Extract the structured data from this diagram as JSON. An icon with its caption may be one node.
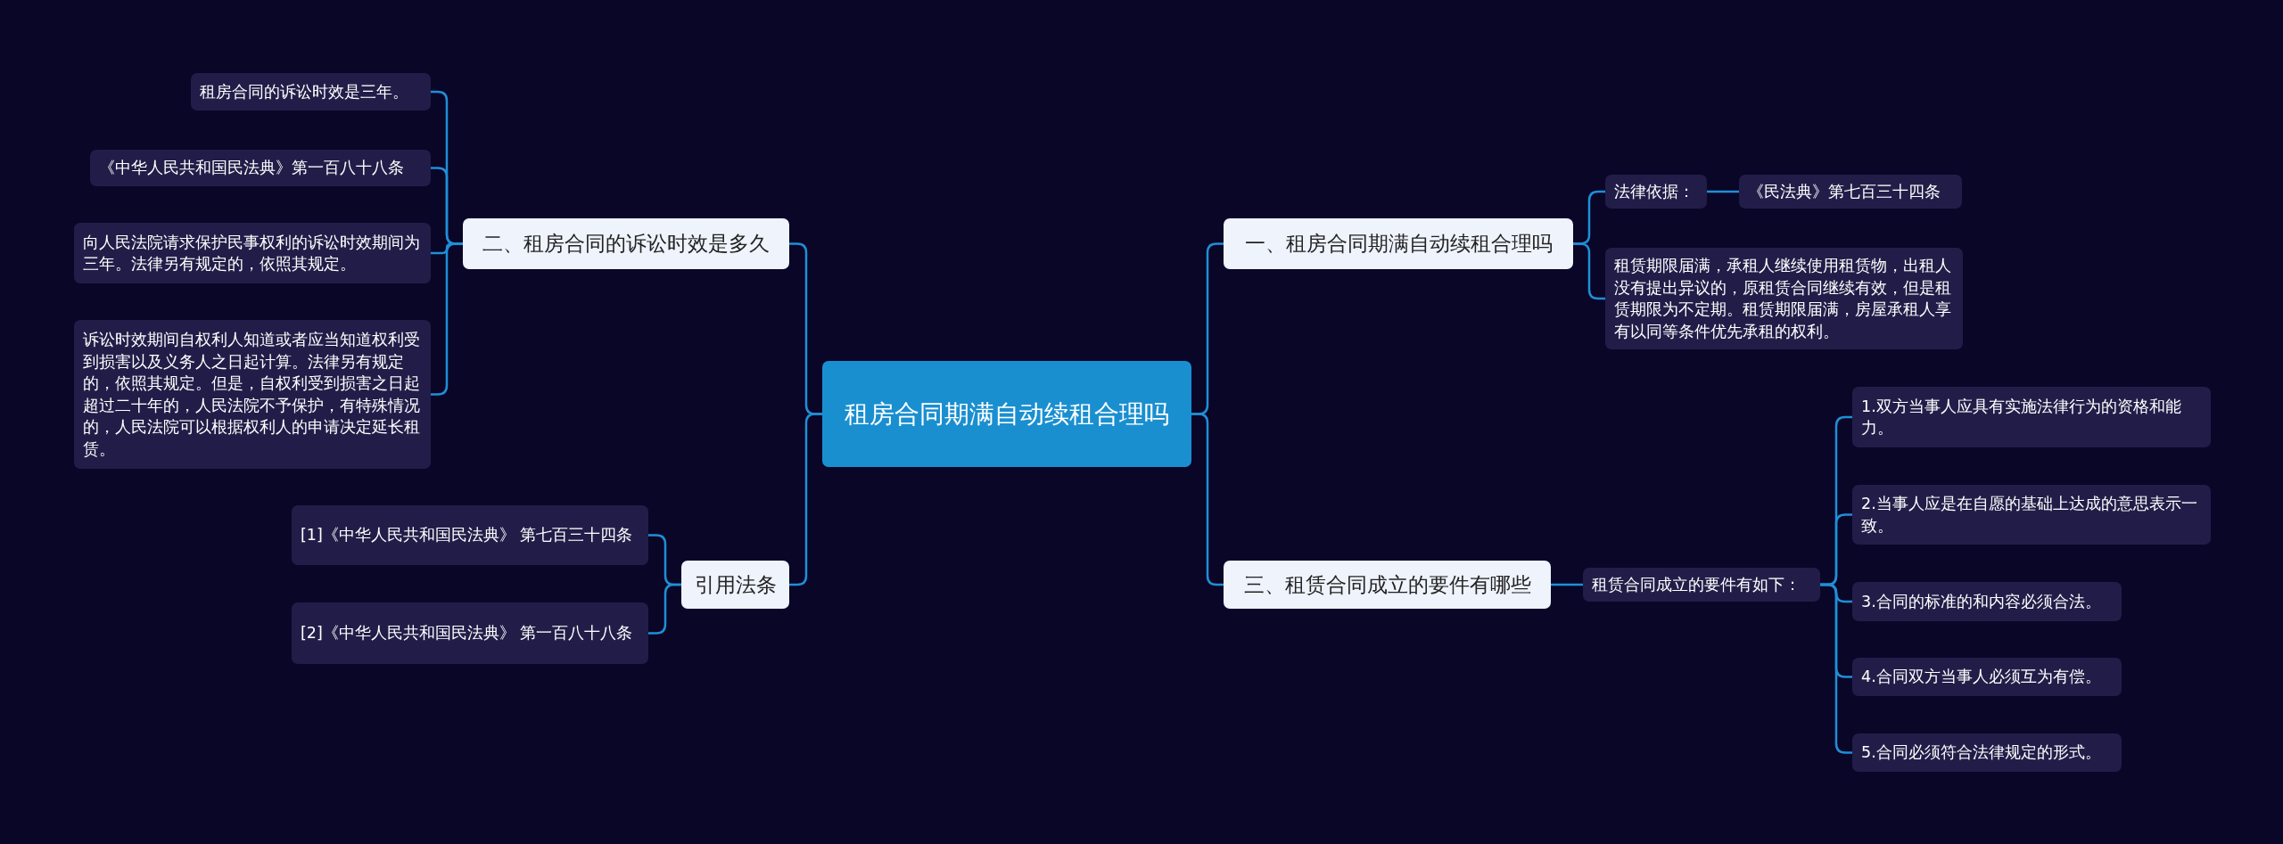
{
  "diagram": {
    "nodes": [
      {
        "text": [
          "租房合同期满自动续租合理吗"
        ]
      },
      {
        "text": [
          "一、租房合同期满自动续租合理吗"
        ]
      },
      {
        "text": [
          "法律依据："
        ]
      },
      {
        "text": [
          "《民法典》第七百三十四条"
        ]
      },
      {
        "text": [
          "租赁期限届满，承租人继续使用租赁物，出租人没有提出异议的，原租赁合同继续有效，但是租赁期限为不定期。租赁期限届满，房屋承租人享有以同等条件优先承租的权利。"
        ]
      },
      {
        "text": [
          "三、租赁合同成立的要件有哪些"
        ]
      },
      {
        "text": [
          "租赁合同成立的要件有如下："
        ]
      },
      {
        "text": [
          "1.双方当事人应具有实施法律行为的资格和能力。"
        ]
      },
      {
        "text": [
          "2.当事人应是在自愿的基础上达成的意思表示一致。"
        ]
      },
      {
        "text": [
          "3.合同的标准的和内容必须合法。"
        ]
      },
      {
        "text": [
          "4.合同双方当事人必须互为有偿。"
        ]
      },
      {
        "text": [
          "5.合同必须符合法律规定的形式。"
        ]
      },
      {
        "text": [
          "二、租房合同的诉讼时效是多久"
        ]
      },
      {
        "text": [
          "租房合同的诉讼时效是三年。"
        ]
      },
      {
        "text": [
          "《中华人民共和国民法典》第一百八十八条"
        ]
      },
      {
        "text": [
          "向人民法院请求保护民事权利的诉讼时效期间为三年。法律另有规定的，依照其规定。"
        ]
      },
      {
        "text": [
          "诉讼时效期间自权利人知道或者应当知道权利受到损害以及义务人之日起计算。法律另有规定的，依照其规定。但是，自权利受到损害之日起超过二十年的，人民法院不予保护，有特殊情况的，人民法院可以根据权利人的申请决定延长租赁。"
        ]
      },
      {
        "text": [
          "引用法条"
        ]
      },
      {
        "text": [
          "[1]《中华人民共和国民法典》 第七百三十四条"
        ]
      },
      {
        "text": [
          "[2]《中华人民共和国民法典》 第一百八十八条"
        ]
      }
    ],
    "edges": [
      {
        "from": 0,
        "to": 1,
        "arrow": "none"
      },
      {
        "from": 0,
        "to": 5,
        "arrow": "none"
      },
      {
        "from": 0,
        "to": 12,
        "arrow": "none"
      },
      {
        "from": 0,
        "to": 17,
        "arrow": "none"
      },
      {
        "from": 1,
        "to": 2,
        "arrow": "none"
      },
      {
        "from": 2,
        "to": 3,
        "arrow": "none"
      },
      {
        "from": 1,
        "to": 4,
        "arrow": "none"
      },
      {
        "from": 5,
        "to": 6,
        "arrow": "none"
      },
      {
        "from": 6,
        "to": 7,
        "arrow": "none"
      },
      {
        "from": 6,
        "to": 8,
        "arrow": "none"
      },
      {
        "from": 6,
        "to": 9,
        "arrow": "none"
      },
      {
        "from": 6,
        "to": 10,
        "arrow": "none"
      },
      {
        "from": 6,
        "to": 11,
        "arrow": "none"
      },
      {
        "from": 12,
        "to": 13,
        "arrow": "none"
      },
      {
        "from": 12,
        "to": 14,
        "arrow": "none"
      },
      {
        "from": 12,
        "to": 15,
        "arrow": "none"
      },
      {
        "from": 12,
        "to": 16,
        "arrow": "none"
      },
      {
        "from": 17,
        "to": 18,
        "arrow": "none"
      },
      {
        "from": 17,
        "to": 19,
        "arrow": "none"
      }
    ]
  }
}
